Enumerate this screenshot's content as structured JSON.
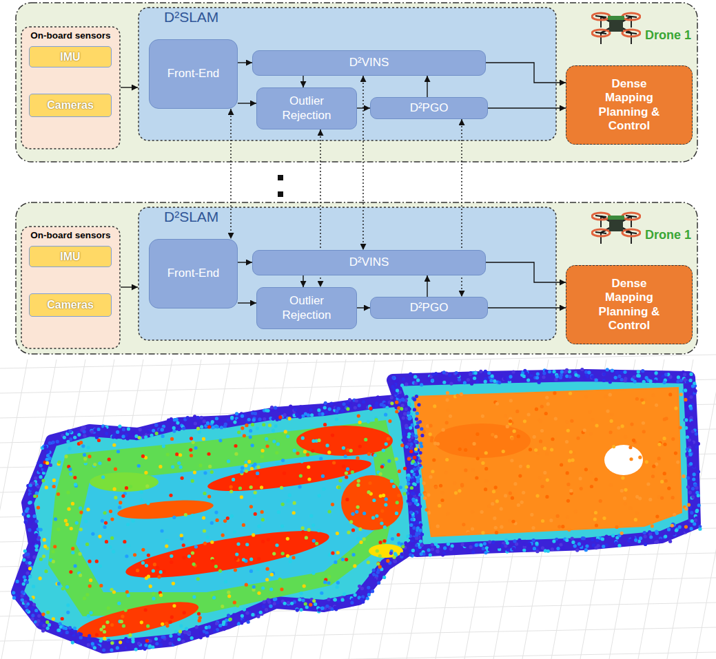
{
  "diagram": {
    "nodes": [
      {
        "text": [
          "Drone 1"
        ]
      },
      {
        "text": [
          "On-board sensors"
        ],
        "in": 0
      },
      {
        "text": [
          "IMU"
        ],
        "in": 1
      },
      {
        "text": [
          "Cameras"
        ],
        "in": 1
      },
      {
        "text": [
          "D²SLAM"
        ],
        "in": 0
      },
      {
        "text": [
          "Front-End"
        ],
        "in": 4
      },
      {
        "text": [
          "D²VINS"
        ],
        "in": 4
      },
      {
        "text": [
          "Outlier Rejection"
        ],
        "in": 4
      },
      {
        "text": [
          "D²PGO"
        ],
        "in": 4
      },
      {
        "text": [
          "Dense Mapping Planning & Control"
        ],
        "in": 0
      },
      {
        "text": [
          "Drone 1"
        ]
      },
      {
        "text": [
          "On-board sensors"
        ],
        "in": 10
      },
      {
        "text": [
          "IMU"
        ],
        "in": 11
      },
      {
        "text": [
          "Cameras"
        ],
        "in": 11
      },
      {
        "text": [
          "D²SLAM"
        ],
        "in": 10
      },
      {
        "text": [
          "Front-End"
        ],
        "in": 14
      },
      {
        "text": [
          "D²VINS"
        ],
        "in": 14
      },
      {
        "text": [
          "Outlier Rejection"
        ],
        "in": 14
      },
      {
        "text": [
          "D²PGO"
        ],
        "in": 14
      },
      {
        "text": [
          "Dense Mapping Planning & Control"
        ],
        "in": 10
      }
    ],
    "edges": [
      {
        "from": 1,
        "to": 4,
        "arrow": "to"
      },
      {
        "from": 5,
        "to": 6,
        "arrow": "to"
      },
      {
        "from": 5,
        "to": 7,
        "arrow": "to"
      },
      {
        "from": 6,
        "to": 7,
        "arrow": "to"
      },
      {
        "from": 7,
        "to": 8,
        "arrow": "to"
      },
      {
        "from": 8,
        "to": 6,
        "arrow": "to"
      },
      {
        "from": 6,
        "to": 9,
        "arrow": "to"
      },
      {
        "from": 8,
        "to": 9,
        "arrow": "to"
      },
      {
        "from": 11,
        "to": 14,
        "arrow": "to"
      },
      {
        "from": 15,
        "to": 16,
        "arrow": "to"
      },
      {
        "from": 15,
        "to": 17,
        "arrow": "to"
      },
      {
        "from": 16,
        "to": 17,
        "arrow": "to"
      },
      {
        "from": 17,
        "to": 18,
        "arrow": "to"
      },
      {
        "from": 18,
        "to": 16,
        "arrow": "to"
      },
      {
        "from": 16,
        "to": 19,
        "arrow": "to"
      },
      {
        "from": 18,
        "to": 19,
        "arrow": "to"
      },
      {
        "from": 5,
        "to": 15,
        "arrow": "both"
      },
      {
        "from": 7,
        "to": 17,
        "arrow": "both"
      },
      {
        "from": 6,
        "to": 16,
        "arrow": "both"
      },
      {
        "from": 8,
        "to": 18,
        "arrow": "both"
      }
    ]
  }
}
